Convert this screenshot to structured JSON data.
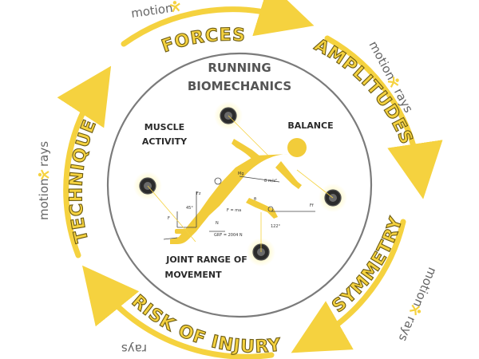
{
  "center": {
    "title_line1": "RUNNING",
    "title_line2": "BIOMECHANICS",
    "label_muscle_1": "MUSCLE",
    "label_muscle_2": "ACTIVITY",
    "label_balance": "BALANCE",
    "label_joint_1": "JOINT RANGE OF",
    "label_joint_2": "MOVEMENT"
  },
  "cycle": {
    "forces": "FORCES",
    "amplitudes": "AMPLITUDES",
    "symmetry": "SYMMETRY",
    "risk": "RISK OF INJURY",
    "technique": "TECHNIQUE"
  },
  "brand": {
    "word1": "motion",
    "word2": "rays"
  },
  "annotations": {
    "grf": "GRF = 2004 N",
    "angle45": "45°",
    "angle122": "122°",
    "fma": "F = ma",
    "accel": "8 m/s²",
    "fz": "Fz",
    "ff": "Ff",
    "n": "N",
    "f": "F",
    "mg": "Mg",
    "theta": "θ"
  },
  "colors": {
    "yellow": "#f5d23f",
    "dark_outline": "#6b5a12",
    "circle": "#7b7b7b",
    "runner": "#f2cc3a"
  },
  "icons": [
    "sensor-icon",
    "motionrays-logo-icon",
    "runner-figure-icon"
  ]
}
